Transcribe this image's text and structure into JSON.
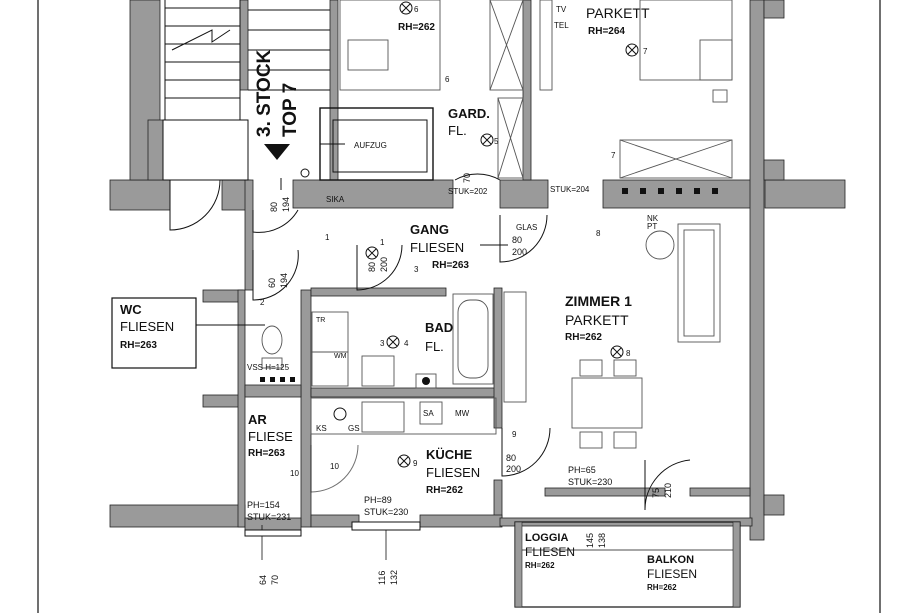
{
  "floor": {
    "stock": "3. STOCK",
    "top": "TOP 7"
  },
  "colors": {
    "wall": "#9a9a9a",
    "wall_dark": "#7d7d7d",
    "line": "#111111",
    "background": "#ffffff"
  },
  "rooms": {
    "bedroom_top": {
      "rh": "RH=262",
      "fixture": "6"
    },
    "room_top_right": {
      "floor": "PARKETT",
      "rh": "RH=264",
      "fixture": "7"
    },
    "gard": {
      "name": "GARD.",
      "floor": "FL.",
      "fixture": "5",
      "stuk": "STUK=202"
    },
    "gang": {
      "name": "GANG",
      "floor": "FLIESEN",
      "rh": "RH=263",
      "fixture": "1"
    },
    "wc": {
      "name": "WC",
      "floor": "FLIESEN",
      "rh": "RH=263"
    },
    "bad": {
      "name": "BAD",
      "floor": "FL.",
      "fixture_a": "3",
      "fixture_b": "4"
    },
    "zimmer1": {
      "name": "ZIMMER 1",
      "floor": "PARKETT",
      "rh": "RH=262",
      "fixture": "8"
    },
    "ar": {
      "name": "AR",
      "floor": "FLIESE",
      "rh": "RH=263",
      "ph": "PH=154",
      "stuk": "STUK=231",
      "fixture": "10"
    },
    "kueche": {
      "name": "KÜCHE",
      "floor": "FLIESEN",
      "rh": "RH=262",
      "fixture": "9",
      "ph": "PH=89",
      "stuk": "STUK=230"
    },
    "loggia": {
      "name": "LOGGIA",
      "floor": "FLIESEN",
      "rh": "RH=262"
    },
    "balkon": {
      "name": "BALKON",
      "floor": "FLIESEN",
      "rh": "RH=262"
    }
  },
  "labels": {
    "aufzug": "AUFZUG",
    "tv": "TV",
    "tel": "TEL",
    "sika": "SIKA",
    "glas": "GLAS",
    "stuk_204": "STUK=204",
    "nk_pt": "NK\nPT",
    "ks": "KS",
    "gs": "GS",
    "sa": "SA",
    "mw": "MW",
    "vss": "VSS H=125",
    "tr": "TR",
    "wm": "WM",
    "ph_65": "PH=65",
    "stuk_230": "STUK=230"
  },
  "dimensions": {
    "entry_door": [
      "80",
      "194"
    ],
    "gang_door": [
      "80",
      "200"
    ],
    "wc_door": [
      "60",
      "194"
    ],
    "gang_to_zimmer": [
      "80",
      "200"
    ],
    "kueche_door": [
      "80",
      "200"
    ],
    "balkon_door": [
      "75",
      "210"
    ],
    "loggia_window": [
      "145",
      "138"
    ],
    "gard_door": [
      "70"
    ],
    "ar_window": [
      "64",
      "70"
    ],
    "kueche_window": [
      "116",
      "132"
    ]
  },
  "markers": {
    "m1": "1",
    "m2": "2",
    "m3": "3",
    "m6": "6",
    "m7": "7",
    "m8": "8",
    "m9": "9",
    "m10": "10"
  }
}
